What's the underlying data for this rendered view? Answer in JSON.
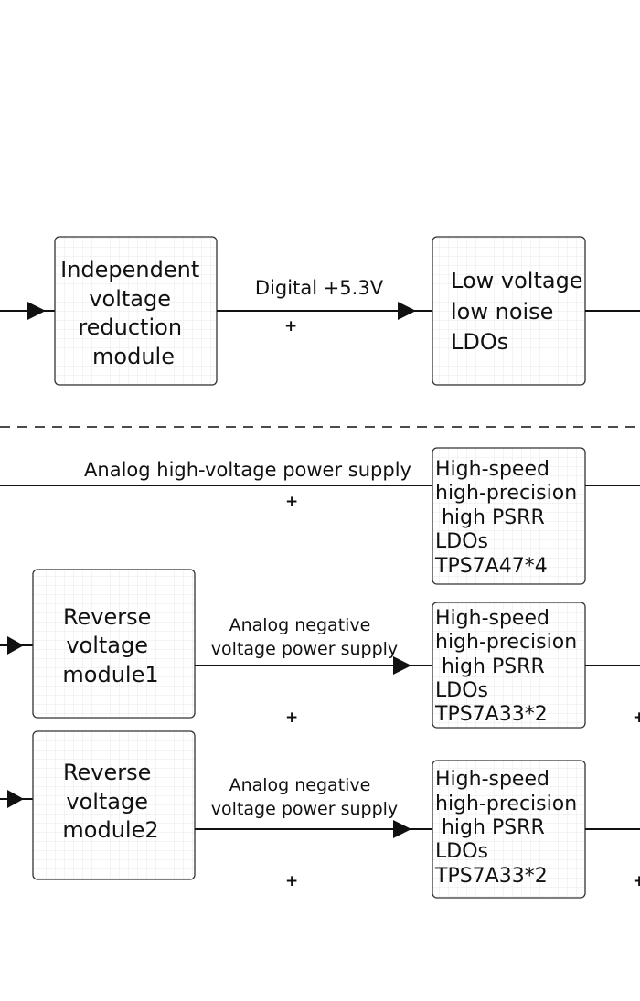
{
  "blocks": {
    "independent": [
      "Independent",
      "voltage",
      "reduction",
      "module"
    ],
    "low_ldo": [
      "Low voltage",
      "low noise",
      "LDOs"
    ],
    "tps7a47": [
      "High-speed",
      "high-precision",
      " high PSRR",
      "LDOs",
      "TPS7A47*4"
    ],
    "reverse1": [
      "Reverse",
      "voltage",
      "module1"
    ],
    "tps7a33_a": [
      "High-speed",
      "high-precision",
      " high PSRR",
      "LDOs",
      "TPS7A33*2"
    ],
    "reverse2": [
      "Reverse",
      "voltage",
      "module2"
    ],
    "tps7a33_b": [
      "High-speed",
      "high-precision",
      " high PSRR",
      "LDOs",
      "TPS7A33*2"
    ]
  },
  "labels": {
    "digital": "Digital +5.3V",
    "analog_high": "Analog high-voltage power supply",
    "analog_neg_1": [
      "Analog negative",
      "voltage power supply"
    ],
    "analog_neg_2": [
      "Analog negative",
      "voltage power supply"
    ]
  },
  "capacitor_polarity_mark": "+"
}
